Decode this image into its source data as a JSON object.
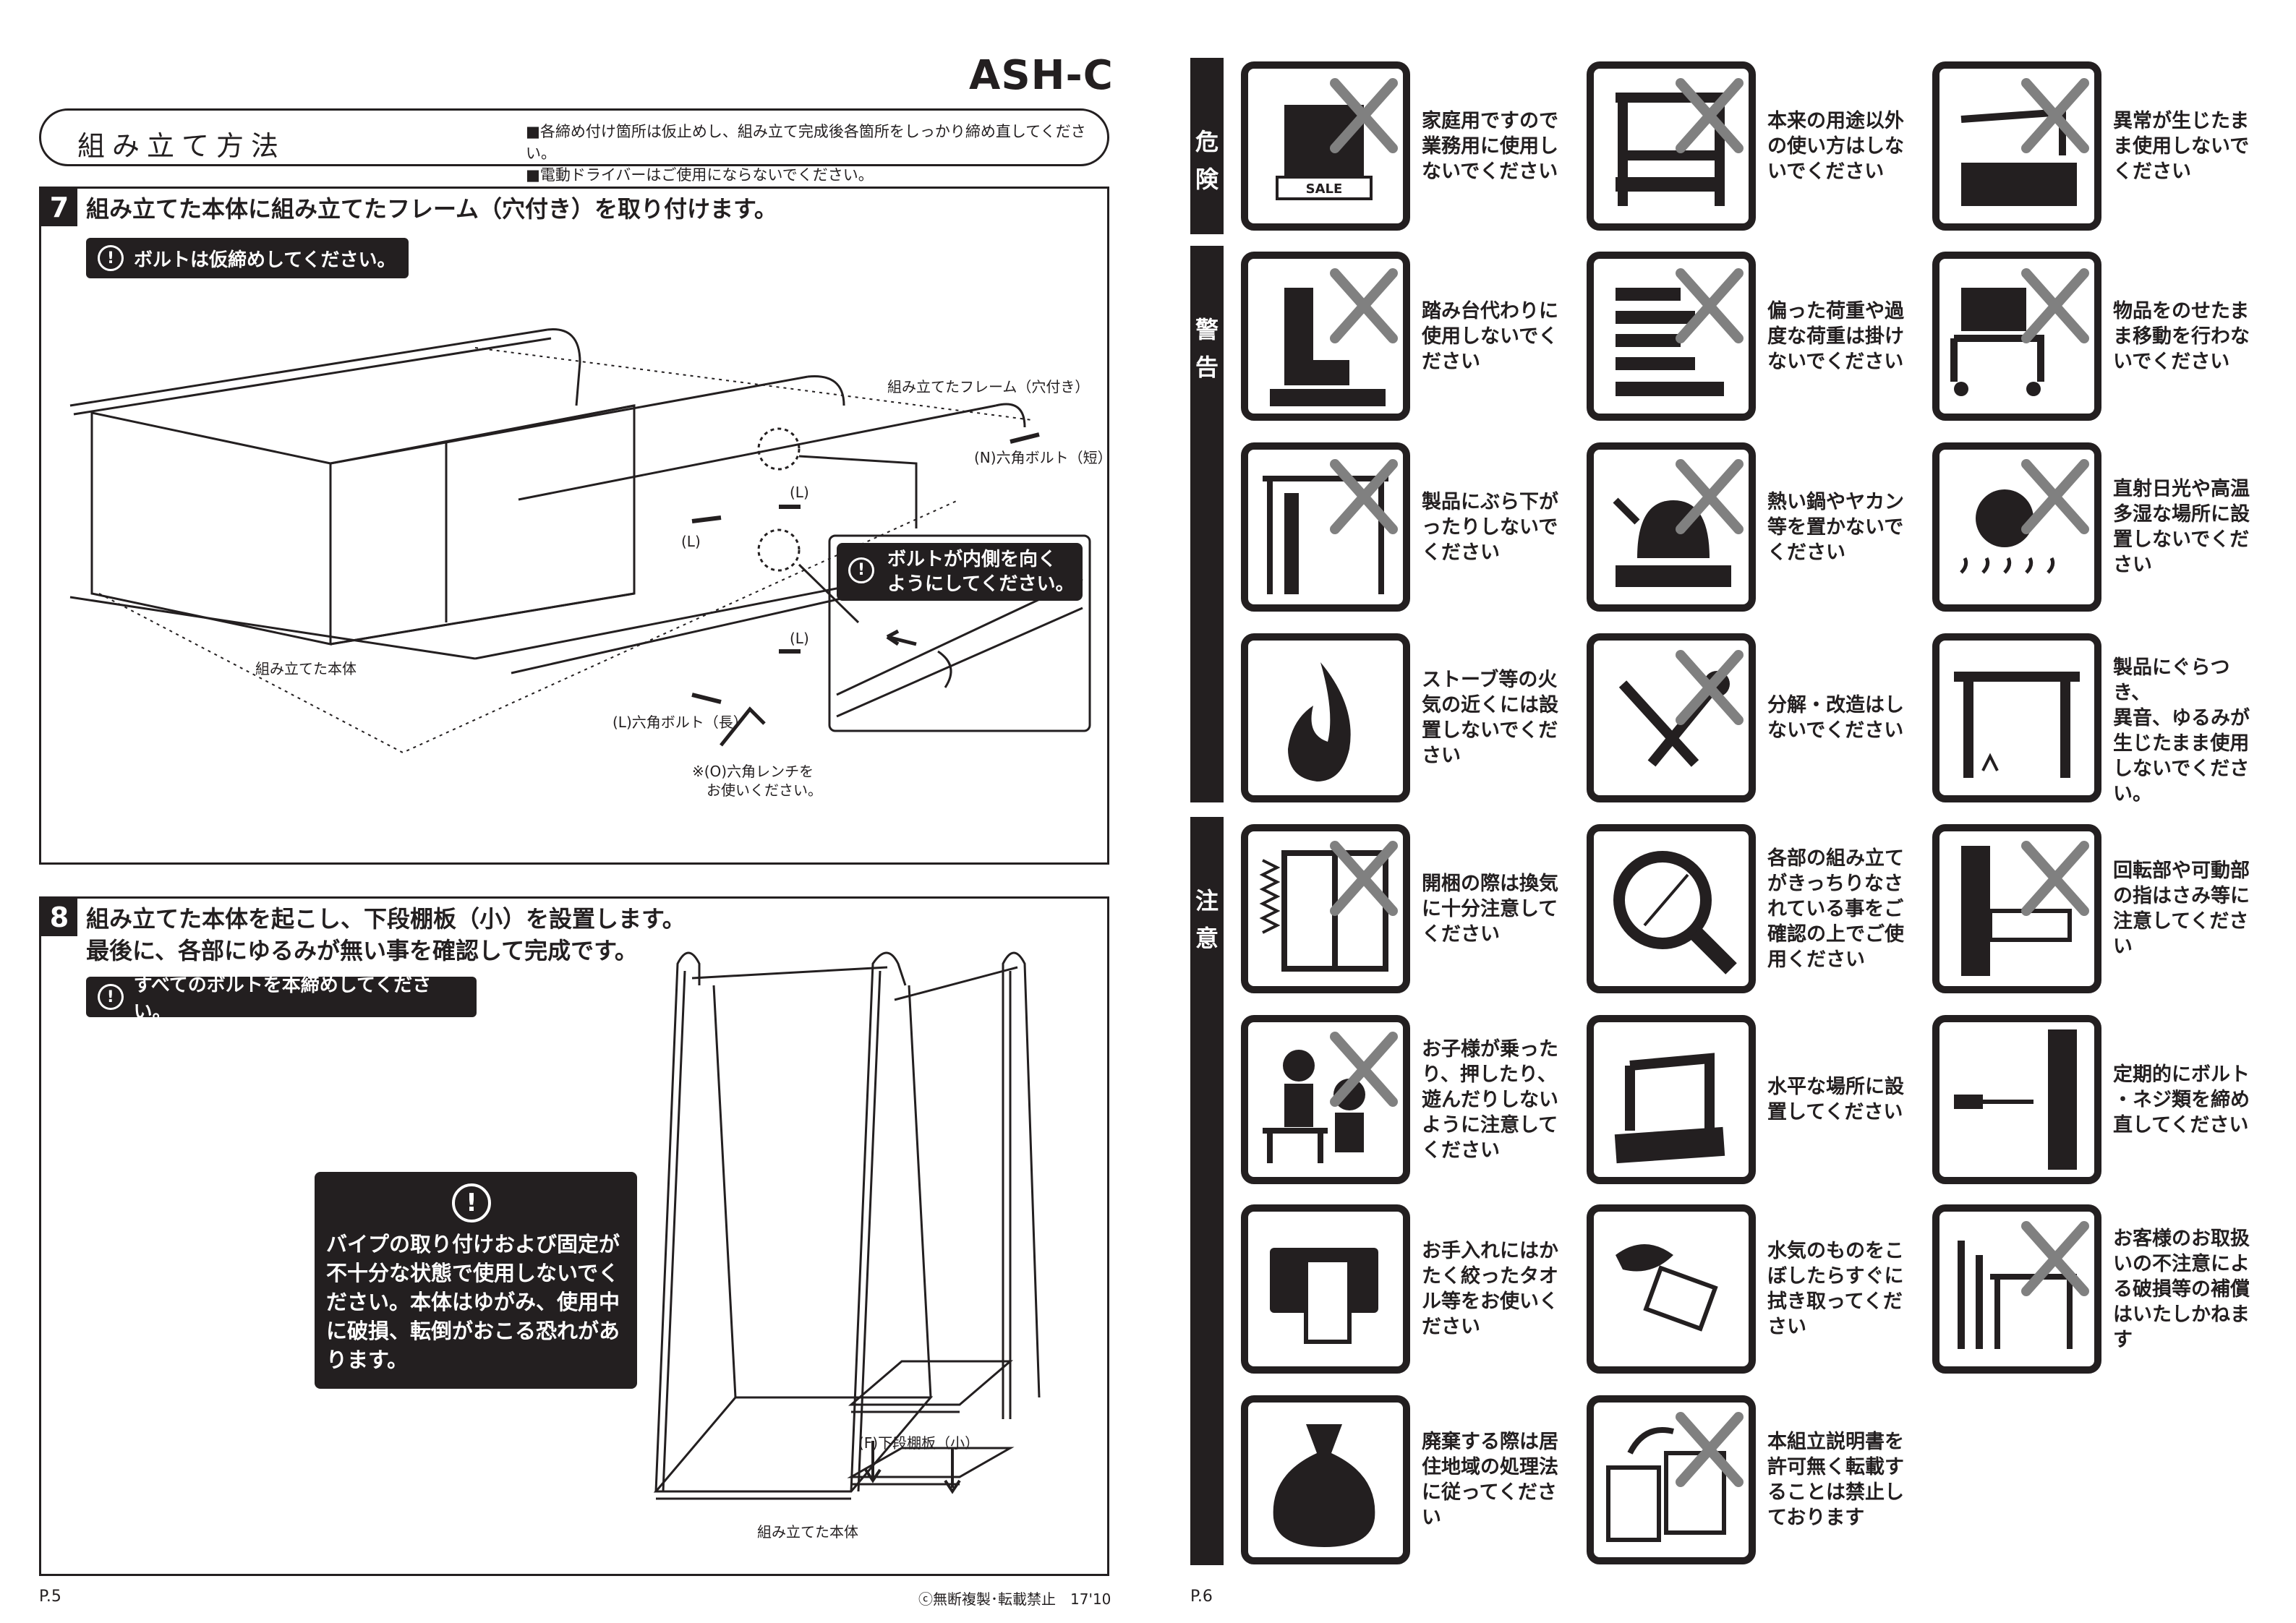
{
  "model": "ASH-C",
  "title": {
    "label": "組み立て方法",
    "notes": [
      "■各締め付け箇所は仮止めし、組み立て完成後各箇所をしっかり締め直してください。",
      "■電動ドライバーはご使用にならないでください。"
    ]
  },
  "step7": {
    "number": "7",
    "title": "組み立てた本体に組み立てたフレーム（穴付き）を取り付けます。",
    "note": "ボルトは仮締めしてください。",
    "callout": [
      "ボルトが内側を向く",
      "ようにしてください。"
    ],
    "labels": {
      "frame": "組み立てたフレーム（穴付き）",
      "bolt_short": "(N)六角ボルト（短）",
      "l1": "(L)",
      "l2": "(L)",
      "l3": "(L)",
      "body": "組み立てた本体",
      "bolt_long": "(L)六角ボルト（長）",
      "wrench1": "※(O)六角レンチを",
      "wrench2": "お使いください。"
    }
  },
  "step8": {
    "number": "8",
    "title1": "組み立てた本体を起こし、下段棚板（小）を設置します。",
    "title2": "最後に、各部にゆるみが無い事を確認して完成です。",
    "note": "すべてのボルトを本締めしてください。",
    "warning": [
      "バイプの取り付けおよび固定が",
      "不十分な状態で使用しないでく",
      "ださい。本体はゆがみ、使用中",
      "に破損、転倒がおこる恐れがあ",
      "ります。"
    ],
    "labels": {
      "shelf": "(F)下段棚板（小）",
      "body": "組み立てた本体"
    }
  },
  "footer_left": {
    "page": "P.5",
    "copyright": "ⓒ無断複製･転載禁止　17'10"
  },
  "footer_right": {
    "page": "P.6"
  },
  "categories": {
    "danger": [
      "危",
      "険"
    ],
    "warning": [
      "警",
      "告"
    ],
    "caution": [
      "注",
      "意"
    ]
  },
  "cautions": [
    {
      "icon": "sale-shelf-icon",
      "text": [
        "家庭用ですので",
        "業務用に使用し",
        "ないでください"
      ],
      "sale": "SALE"
    },
    {
      "icon": "frame-misuse-icon",
      "text": [
        "本来の用途以外",
        "の使い方はしな",
        "いでください"
      ]
    },
    {
      "icon": "broken-table-icon",
      "text": [
        "異常が生じたま",
        "ま使用しないで",
        "ください"
      ]
    },
    {
      "icon": "boot-step-icon",
      "text": [
        "踏み台代わりに",
        "使用しないでく",
        "ださい"
      ]
    },
    {
      "icon": "uneven-load-icon",
      "text": [
        "偏った荷重や過",
        "度な荷重は掛け",
        "ないでください"
      ]
    },
    {
      "icon": "moving-cart-icon",
      "text": [
        "物品をのせたま",
        "ま移動を行わな",
        "いでください"
      ]
    },
    {
      "icon": "hanging-hand-icon",
      "text": [
        "製品にぶら下が",
        "ったりしないで",
        "ください"
      ]
    },
    {
      "icon": "hot-kettle-icon",
      "text": [
        "熱い鍋やヤカン",
        "等を置かないで",
        "ください"
      ]
    },
    {
      "icon": "sun-icon",
      "text": [
        "直射日光や高温",
        "多湿な場所に設",
        "置しないでくだ",
        "さい"
      ]
    },
    {
      "icon": "fire-icon",
      "text": [
        "ストーブ等の火",
        "気の近くには設",
        "置しないでくだ",
        "さい"
      ]
    },
    {
      "icon": "tools-icon",
      "text": [
        "分解・改造はし",
        "ないでください"
      ]
    },
    {
      "icon": "wobbly-frame-icon",
      "text": [
        "製品にぐらつき、",
        "異音、ゆるみが",
        "生じたまま使用",
        "しないでくださ",
        "い。"
      ]
    },
    {
      "icon": "window-ventilation-icon",
      "text": [
        "開梱の際は換気",
        "に十分注意して",
        "ください"
      ]
    },
    {
      "icon": "magnifier-icon",
      "text": [
        "各部の組み立て",
        "がきっちりなさ",
        "れている事をご",
        "確認の上でご使",
        "用ください"
      ]
    },
    {
      "icon": "pinch-hand-icon",
      "text": [
        "回転部や可動部",
        "の指はさみ等に",
        "注意してくださ",
        "い"
      ]
    },
    {
      "icon": "children-icon",
      "text": [
        "お子様が乗った",
        "り、押したり、",
        "遊んだりしない",
        "ように注意して",
        "ください"
      ]
    },
    {
      "icon": "level-surface-icon",
      "text": [
        "水平な場所に設",
        "置してください"
      ]
    },
    {
      "icon": "screwdriver-icon",
      "text": [
        "定期的にボルト",
        "・ネジ類を締め",
        "直してください"
      ]
    },
    {
      "icon": "wipe-hand-icon",
      "text": [
        "お手入れにはか",
        "たく絞ったタオ",
        "ル等をお使いく",
        "ださい"
      ]
    },
    {
      "icon": "wipe-water-icon",
      "text": [
        "水気のものをこ",
        "ぼしたらすぐに",
        "拭き取ってくだ",
        "さい"
      ]
    },
    {
      "icon": "damage-tools-icon",
      "text": [
        "お客様のお取扱",
        "いの不注意によ",
        "る破損等の補償",
        "はいたしかねま",
        "す"
      ]
    },
    {
      "icon": "garbage-bag-icon",
      "text": [
        "廃棄する際は居",
        "住地域の処理法",
        "に従ってくださ",
        "い"
      ]
    },
    {
      "icon": "copy-document-icon",
      "text": [
        "本組立説明書を",
        "許可無く転載す",
        "ることは禁止し",
        "ております"
      ]
    }
  ]
}
